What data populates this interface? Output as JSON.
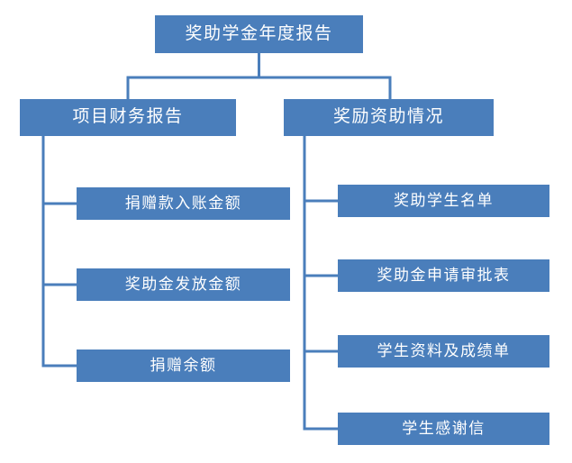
{
  "diagram": {
    "type": "organization-tree",
    "title": "奖助学金年度报告",
    "colors": {
      "node_fill": "#4a7ebb",
      "node_text": "#ffffff",
      "connector": "#4a7ebb",
      "background": "#ffffff"
    },
    "root": {
      "label": "奖助学金年度报告"
    },
    "branches": [
      {
        "label": "项目财务报告",
        "children": [
          {
            "label": "捐赠款入账金额"
          },
          {
            "label": "奖助金发放金额"
          },
          {
            "label": "捐赠余额"
          }
        ]
      },
      {
        "label": "奖励资助情况",
        "children": [
          {
            "label": "奖助学生名单"
          },
          {
            "label": "奖助金申请审批表"
          },
          {
            "label": "学生资料及成绩单"
          },
          {
            "label": "学生感谢信"
          }
        ]
      }
    ]
  }
}
